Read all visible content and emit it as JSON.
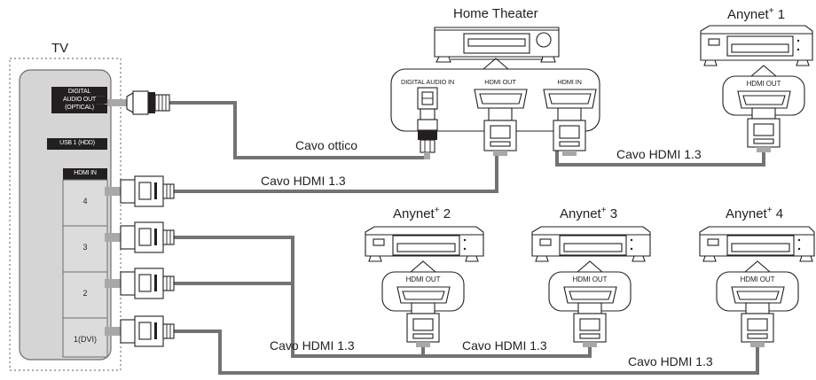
{
  "diagram": {
    "title_tv": "TV",
    "devices": {
      "home_theater": {
        "label": "Home Theater",
        "ports": {
          "digital_audio_in": "DIGITAL AUDIO IN",
          "hdmi_out": "HDMI OUT",
          "hdmi_in": "HDMI IN"
        }
      },
      "anynet1": {
        "label_base": "Anynet",
        "label_sup": "+",
        "label_num": "1",
        "port_hdmi_out": "HDMI OUT"
      },
      "anynet2": {
        "label_base": "Anynet",
        "label_sup": "+",
        "label_num": "2",
        "port_hdmi_out": "HDMI OUT"
      },
      "anynet3": {
        "label_base": "Anynet",
        "label_sup": "+",
        "label_num": "3",
        "port_hdmi_out": "HDMI OUT"
      },
      "anynet4": {
        "label_base": "Anynet",
        "label_sup": "+",
        "label_num": "4",
        "port_hdmi_out": "HDMI OUT"
      }
    },
    "tv_ports": {
      "digital_audio_out_line1": "DIGITAL",
      "digital_audio_out_line2": "AUDIO OUT",
      "digital_audio_out_line3": "(OPTICAL)",
      "usb1": "USB 1 (HDD)",
      "hdmi_in_header": "HDMI IN",
      "hdmi_4": "4",
      "hdmi_3": "3",
      "hdmi_2": "2",
      "hdmi_1": "1(DVI)"
    },
    "cables": {
      "optical": "Cavo ottico",
      "hdmi_tv_to_ht": "Cavo HDMI 1.3",
      "hdmi_ht_to_anynet1": "Cavo HDMI 1.3",
      "hdmi_to_anynet2": "Cavo HDMI 1.3",
      "hdmi_to_anynet3": "Cavo HDMI 1.3",
      "hdmi_to_anynet4": "Cavo HDMI 1.3"
    },
    "colors": {
      "cable": "#737373",
      "outline": "#231f20",
      "tv_body": "#d5d5d5",
      "port_dark": "#231f20",
      "connector_gray": "#a8a8a8",
      "background": "#ffffff"
    }
  }
}
